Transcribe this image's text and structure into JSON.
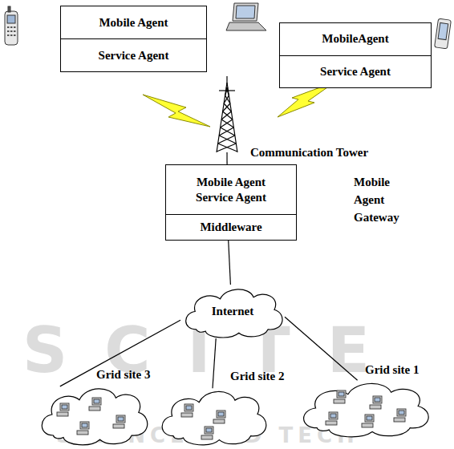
{
  "diagram": {
    "nodes": [
      {
        "text": [
          "Mobile Agent",
          "Service Agent"
        ]
      },
      {
        "text": [
          "MobileAgent",
          "Service Agent"
        ]
      },
      {
        "text": [
          "Communication Tower"
        ]
      },
      {
        "text": [
          "Mobile Agent Service Agent",
          "Middleware",
          "Mobile Agent Gateway"
        ]
      },
      {
        "text": [
          "Internet"
        ]
      },
      {
        "text": [
          "Grid site 3"
        ]
      },
      {
        "text": [
          "Grid site 2"
        ]
      },
      {
        "text": [
          "Grid site 1"
        ]
      }
    ],
    "edges": [
      {
        "from": 2,
        "to": 3,
        "arrow": "none"
      },
      {
        "from": 3,
        "to": 4,
        "arrow": "none"
      },
      {
        "from": 4,
        "to": 5,
        "arrow": "none"
      },
      {
        "from": 4,
        "to": 6,
        "arrow": "none"
      },
      {
        "from": 4,
        "to": 7,
        "arrow": "none"
      }
    ],
    "labels": [
      "SCITE",
      "SCIENCE AND TECH"
    ]
  }
}
